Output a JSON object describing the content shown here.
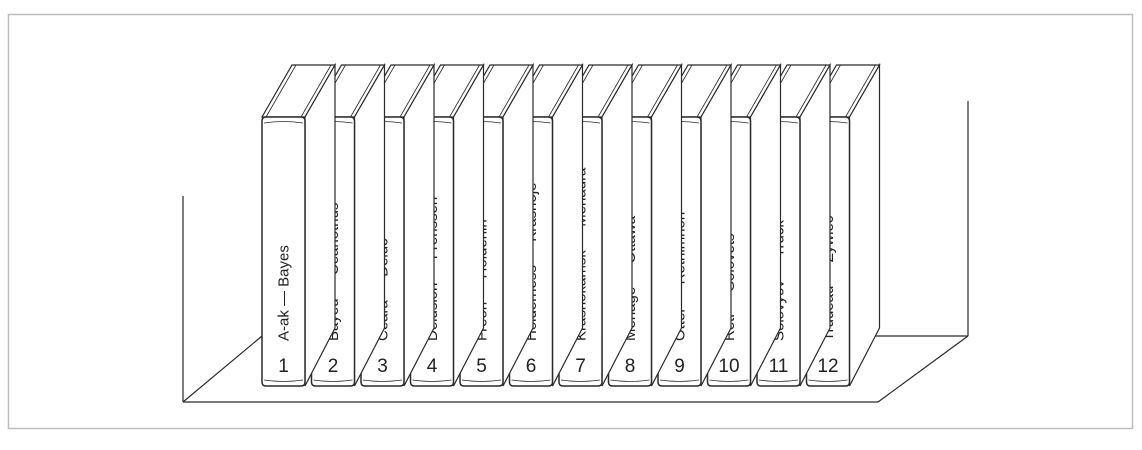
{
  "figure": {
    "volumes": [
      {
        "number": "1",
        "title": "A-ak — Bayes"
      },
      {
        "number": "2",
        "title": "Bayeu — Ceanothus"
      },
      {
        "number": "3",
        "title": "Ceara — Deluc"
      },
      {
        "number": "4",
        "title": "Delusion — Frenssen"
      },
      {
        "number": "5",
        "title": "Freon — Holderlin"
      },
      {
        "number": "6",
        "title": "Holderness — Krasnoje"
      },
      {
        "number": "7",
        "title": "Krasnokamsk — Menadra"
      },
      {
        "number": "8",
        "title": "Menage — Ottawa"
      },
      {
        "number": "9",
        "title": "Otter — Rethimnon"
      },
      {
        "number": "10",
        "title": "Reti — Solovets"
      },
      {
        "number": "11",
        "title": "Solovyov — Truck"
      },
      {
        "number": "12",
        "title": "Trudeau — Zywiec"
      }
    ],
    "colors": {
      "ink": "#2a2a2a",
      "frame": "#bdbdbd",
      "paper": "#ffffff"
    }
  }
}
